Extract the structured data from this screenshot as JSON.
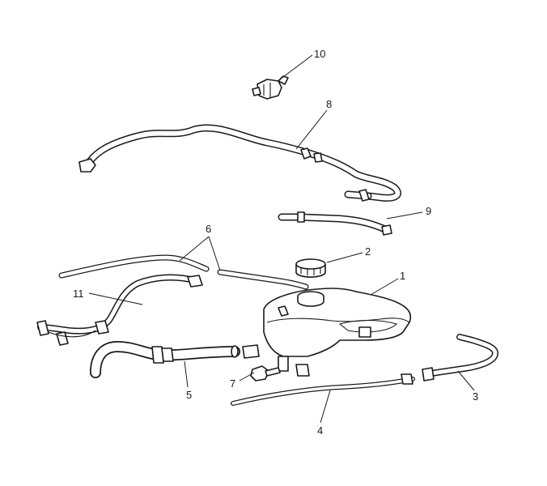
{
  "callouts": {
    "c1": "1",
    "c2": "2",
    "c3": "3",
    "c4": "4",
    "c5": "5",
    "c6": "6",
    "c7": "7",
    "c8": "8",
    "c9": "9",
    "c10": "10",
    "c11": "11"
  },
  "colors": {
    "ink": "#1a1a1a",
    "paper": "#ffffff"
  }
}
